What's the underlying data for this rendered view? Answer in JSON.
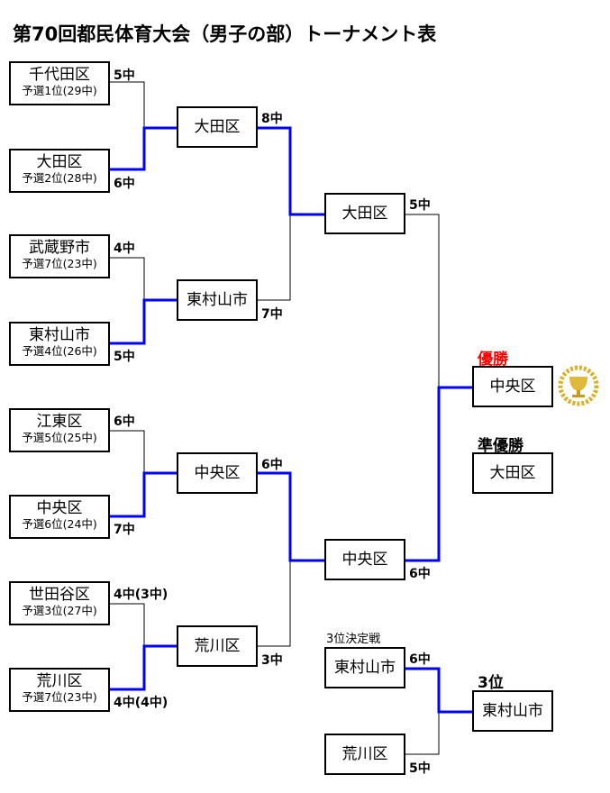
{
  "title": "第70回都民体育大会（男子の部）トーナメント表",
  "round1": [
    {
      "name": "千代田区",
      "seed": "予選1位(29中)",
      "score": "5中"
    },
    {
      "name": "大田区",
      "seed": "予選2位(28中)",
      "score": "6中"
    },
    {
      "name": "武蔵野市",
      "seed": "予選7位(23中)",
      "score": "4中"
    },
    {
      "name": "東村山市",
      "seed": "予選4位(26中)",
      "score": "5中"
    },
    {
      "name": "江東区",
      "seed": "予選5位(25中)",
      "score": "6中"
    },
    {
      "name": "中央区",
      "seed": "予選6位(24中)",
      "score": "7中"
    },
    {
      "name": "世田谷区",
      "seed": "予選3位(27中)",
      "score": "4中(3中)"
    },
    {
      "name": "荒川区",
      "seed": "予選7位(23中)",
      "score": "4中(4中)"
    }
  ],
  "round2": [
    {
      "name": "大田区",
      "score": "8中"
    },
    {
      "name": "東村山市",
      "score": "7中"
    },
    {
      "name": "中央区",
      "score": "6中"
    },
    {
      "name": "荒川区",
      "score": "3中"
    }
  ],
  "round3": [
    {
      "name": "大田区",
      "score": "5中"
    },
    {
      "name": "中央区",
      "score": "6中"
    }
  ],
  "champion": {
    "label": "優勝",
    "name": "中央区",
    "color": "#ff0000"
  },
  "runner_up": {
    "label": "準優勝",
    "name": "大田区"
  },
  "third_match": {
    "label": "3位決定戦",
    "teams": [
      {
        "name": "東村山市",
        "score": "6中"
      },
      {
        "name": "荒川区",
        "score": "5中"
      }
    ]
  },
  "third": {
    "label": "3位",
    "name": "東村山市"
  },
  "colors": {
    "winner_line": "#0000ff",
    "loser_line": "#000000"
  }
}
